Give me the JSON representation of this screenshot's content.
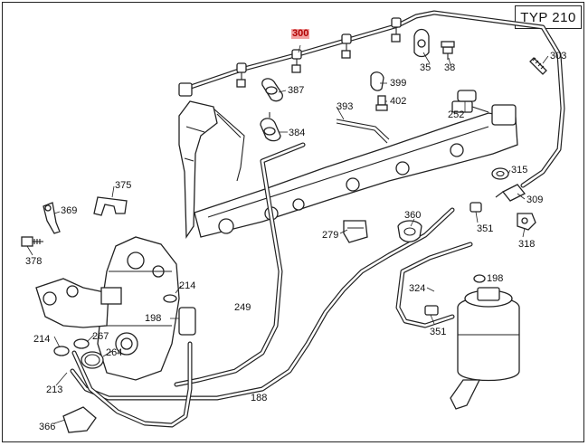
{
  "header": {
    "type_label": "TYP 210"
  },
  "labels": {
    "p300": "300",
    "p35": "35",
    "p38": "38",
    "p303": "303",
    "p387": "387",
    "p399": "399",
    "p402": "402",
    "p393": "393",
    "p252": "252",
    "p384": "384",
    "p375": "375",
    "p369": "369",
    "p378": "378",
    "p315": "315",
    "p309": "309",
    "p351a": "351",
    "p318": "318",
    "p360": "360",
    "p279": "279",
    "p214a": "214",
    "p198a": "198",
    "p249": "249",
    "p214b": "214",
    "p267": "267",
    "p264": "264",
    "p213": "213",
    "p188": "188",
    "p366": "366",
    "p324": "324",
    "p198b": "198",
    "p351b": "351"
  },
  "highlight": {
    "part": "300",
    "color": "#f2a0a0",
    "text_color": "#b00000"
  }
}
